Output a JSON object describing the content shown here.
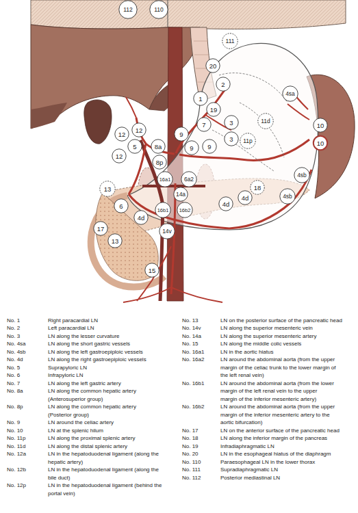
{
  "diagram": {
    "nodes": [
      {
        "text": [
          "112"
        ]
      },
      {
        "text": [
          "110"
        ]
      },
      {
        "text": [
          "111"
        ]
      },
      {
        "text": [
          "20"
        ]
      },
      {
        "text": [
          "2"
        ]
      },
      {
        "text": [
          "4sa"
        ]
      },
      {
        "text": [
          "1"
        ]
      },
      {
        "text": [
          "19"
        ]
      },
      {
        "text": [
          "7"
        ]
      },
      {
        "text": [
          "11d"
        ]
      },
      {
        "text": [
          "3"
        ]
      },
      {
        "text": [
          "10"
        ]
      },
      {
        "text": [
          "12"
        ]
      },
      {
        "text": [
          "12"
        ]
      },
      {
        "text": [
          "9"
        ]
      },
      {
        "text": [
          "3"
        ]
      },
      {
        "text": [
          "11p"
        ]
      },
      {
        "text": [
          "10"
        ]
      },
      {
        "text": [
          "5"
        ]
      },
      {
        "text": [
          "8a"
        ]
      },
      {
        "text": [
          "9"
        ]
      },
      {
        "text": [
          "9"
        ]
      },
      {
        "text": [
          "12"
        ]
      },
      {
        "text": [
          "8p"
        ]
      },
      {
        "text": [
          "4sb"
        ]
      },
      {
        "text": [
          "16a1"
        ]
      },
      {
        "text": [
          "6a2"
        ]
      },
      {
        "text": [
          "18"
        ]
      },
      {
        "text": [
          "13"
        ]
      },
      {
        "text": [
          "14a"
        ]
      },
      {
        "text": [
          "4sb"
        ]
      },
      {
        "text": [
          "4d"
        ]
      },
      {
        "text": [
          "4d"
        ]
      },
      {
        "text": [
          "6"
        ]
      },
      {
        "text": [
          "16b1"
        ]
      },
      {
        "text": [
          "16b2"
        ]
      },
      {
        "text": [
          "4d"
        ]
      },
      {
        "text": [
          "17"
        ]
      },
      {
        "text": [
          "14v"
        ]
      },
      {
        "text": [
          "13"
        ]
      },
      {
        "text": [
          "15"
        ]
      }
    ],
    "labels": [
      "No. 1",
      "Right paracardial LN",
      "No. 2",
      "Left paracardial LN",
      "No. 3",
      "LN along the lesser curvature",
      "No. 4sa",
      "LN along the short gastric vessels",
      "No. 4sb",
      "LN along the left gastroepiploic vessels",
      "No. 4d",
      "LN along the right gastroepiploic vessels",
      "No. 5",
      "Suprapyloric LN",
      "No. 6",
      "Infrapyloric LN",
      "No. 7",
      "LN along the left gastric artery",
      "No. 8a",
      "LN along the common hepatic artery (Anterosuperior group)",
      "No. 8p",
      "LN along the common hepatic artery (Posterior group)",
      "No. 9",
      "LN around the celiac artery",
      "No. 10",
      "LN at the splenic hilum",
      "No. 11p",
      "LN along the proximal splenic artery",
      "No. 11d",
      "LN along the distal splenic artery",
      "No. 12a",
      "LN in the hepatoduodenal ligament (along the hepatic artery)",
      "No. 12b",
      "LN in the hepatoduodenal ligament (along the bile duct)",
      "No. 12p",
      "LN in the hepatoduodenal ligament (behind the portal vein)",
      "No. 13",
      "LN on the posterior surface of the pancreatic head",
      "No. 14v",
      "LN along the superior mesenteric vein",
      "No. 14a",
      "LN along the superior mesenteric artery",
      "No. 15",
      "LN along the middle colic vessels",
      "No. 16a1",
      "LN in the aortic hiatus",
      "No. 16a2",
      "LN around the abdominal aorta (from the upper margin of the celiac trunk to the lower margin of the left renal vein)",
      "No. 16b1",
      "LN around the abdominal aorta (from the lower margin of the left renal vein to the upper margin of the inferior mesenteric artery)",
      "No. 16b2",
      "LN around the abdominal aorta (from the upper margin of the inferior mesenteric artery to the aortic bifurcation)",
      "No. 17",
      "LN on the anterior surface of the pancreatic head",
      "No. 18",
      "LN along the inferior margin of the pancreas",
      "No. 19",
      "Infradiaphragmatic LN",
      "No. 20",
      "LN in the esophageal hiatus of the diaphragm",
      "No. 110",
      "Paraesophageal LN in the lower thorax",
      "No. 111",
      "Supradiaphragmatic LN",
      "No. 112",
      "Posterior mediastinal LN"
    ]
  }
}
